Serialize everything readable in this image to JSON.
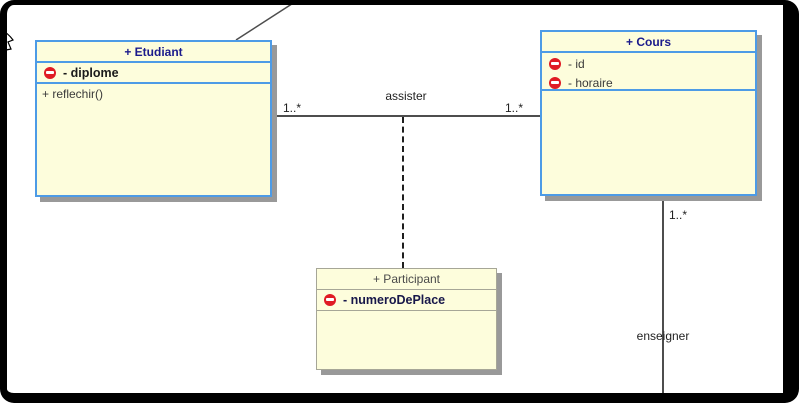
{
  "classes": [
    {
      "name": "Etudiant",
      "title": "+ Etudiant",
      "attributes": [
        {
          "icon": "private-no-entry",
          "label": "- diplome"
        }
      ],
      "operations": [
        {
          "label": "+ reflechir()"
        }
      ]
    },
    {
      "name": "Cours",
      "title": "+ Cours",
      "attributes": [
        {
          "icon": "private-no-entry",
          "label": "- id"
        },
        {
          "icon": "private-no-entry",
          "label": "- horaire"
        }
      ],
      "operations": []
    },
    {
      "name": "Participant",
      "title": "+ Participant",
      "attributes": [
        {
          "icon": "private-no-entry",
          "label": "- numeroDePlace"
        }
      ],
      "operations": []
    }
  ],
  "associations": [
    {
      "name": "assister",
      "label": "assister",
      "from": "Etudiant",
      "to": "Cours",
      "from_multiplicity": "1..*",
      "to_multiplicity": "1..*",
      "association_class": "Participant"
    },
    {
      "name": "enseigner",
      "label": "enseigner",
      "from": "Cours",
      "from_multiplicity": "1..*"
    }
  ],
  "icons": {
    "private_visibility": "no-entry-circle",
    "pointer": "mouse-cursor"
  },
  "colors": {
    "class_fill": "#FDFDDC",
    "selected_border": "#4D9BE6",
    "default_border": "#A6A697",
    "title_text": "#1A1A8C",
    "member_text": "#3A3A3A",
    "private_icon": "#E01B24",
    "line": "#4D4D4D",
    "shadow": "#999999",
    "frame": "#000000"
  }
}
